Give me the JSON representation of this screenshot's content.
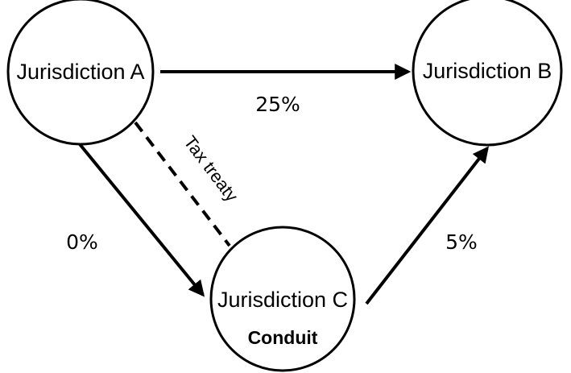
{
  "nodes": {
    "a": {
      "label": "Jurisdiction A"
    },
    "b": {
      "label": "Jurisdiction B"
    },
    "c": {
      "label": "Jurisdiction C",
      "sublabel": "Conduit"
    }
  },
  "edges": {
    "a_to_b": {
      "rate": "25%"
    },
    "a_to_c": {
      "rate": "0%"
    },
    "c_to_b": {
      "rate": "5%"
    }
  },
  "treaty": {
    "label": "Tax treaty"
  },
  "colors": {
    "stroke": "#000000",
    "background": "#ffffff"
  }
}
